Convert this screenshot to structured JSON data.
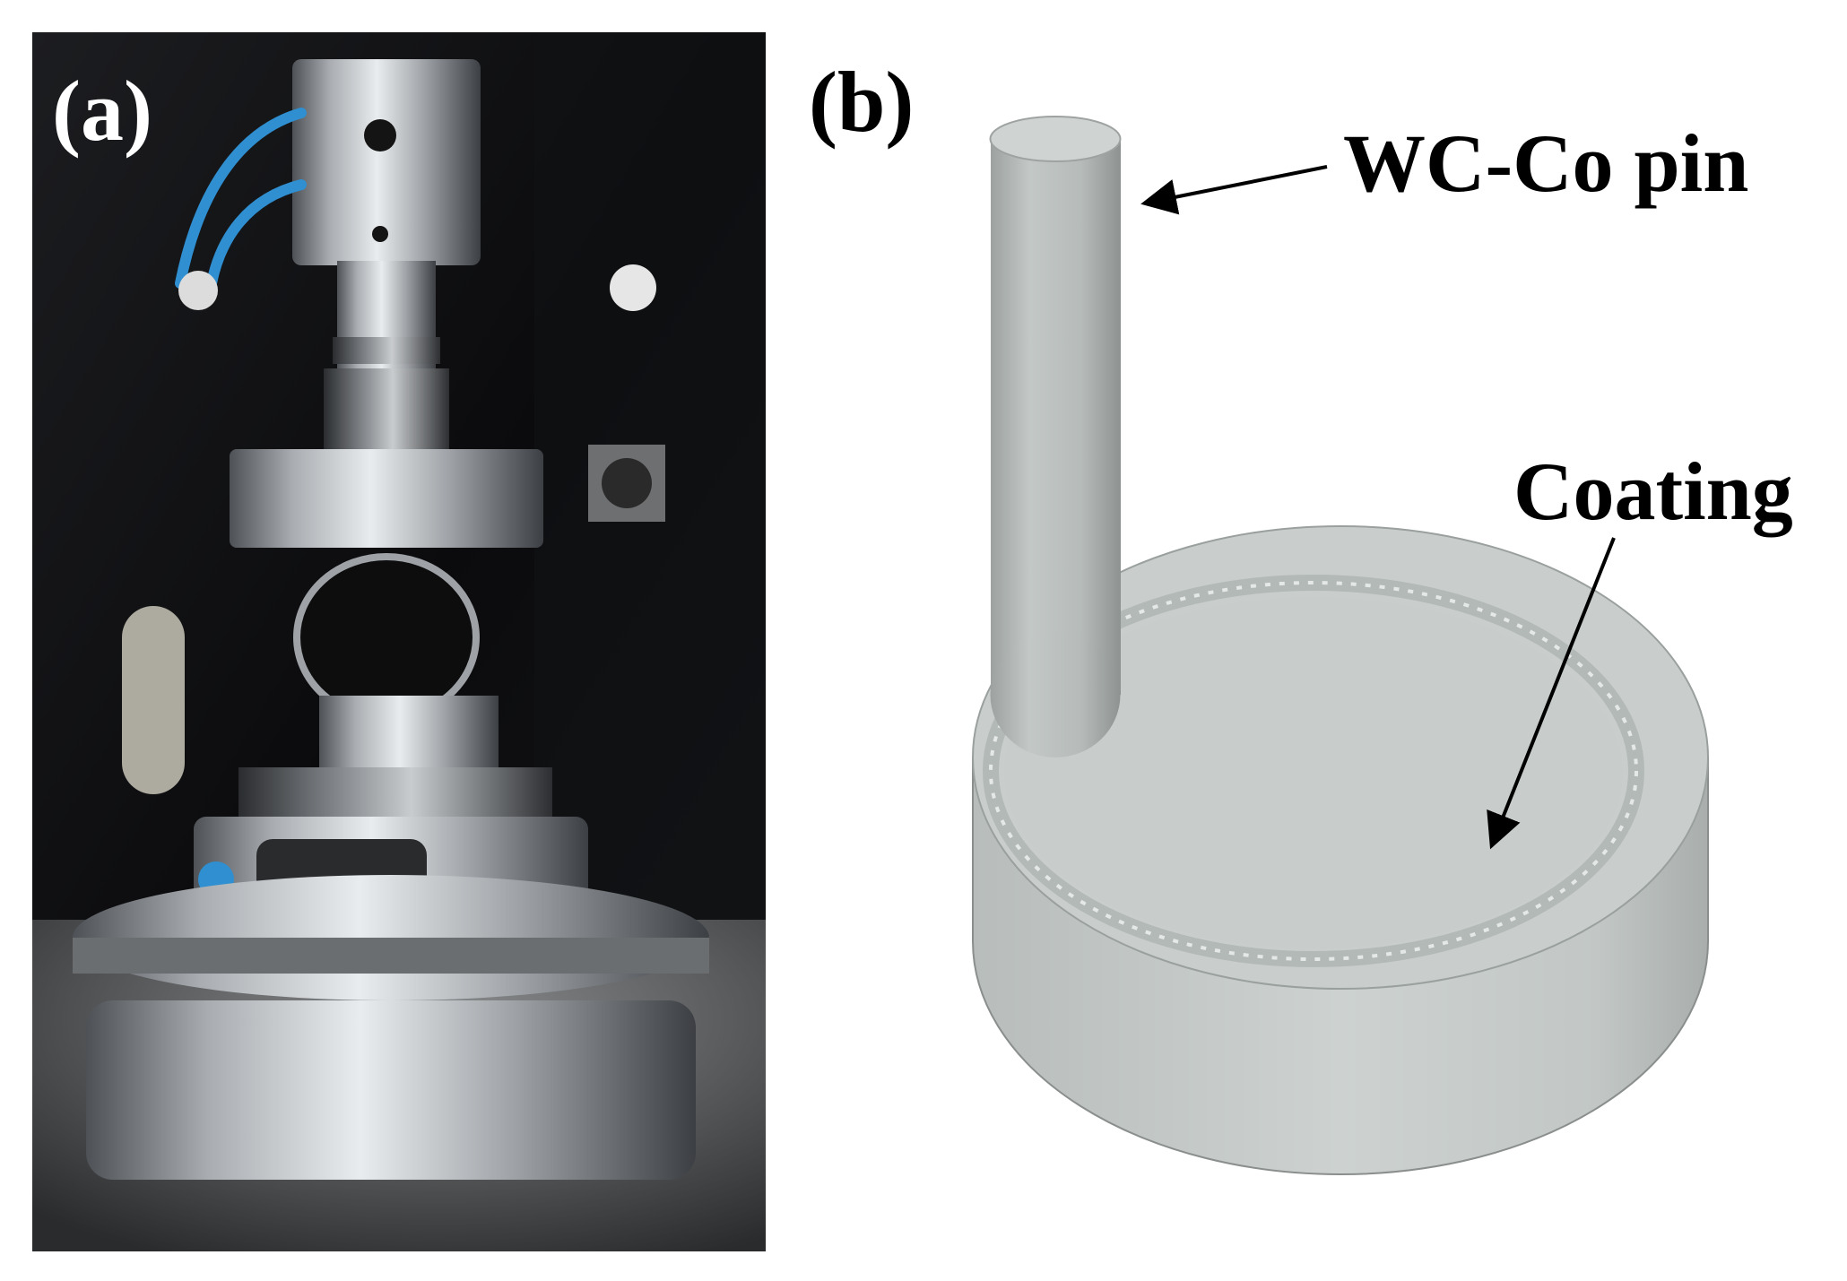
{
  "figure": {
    "panel_a": {
      "label": "(a)"
    },
    "panel_b": {
      "label": "(b)",
      "callouts": {
        "pin": "WC-Co pin",
        "coating": "Coating"
      }
    }
  },
  "colors": {
    "photo_background": "#0b0b0d",
    "steel": "#b9bcbf",
    "tube": "#2f8fd0",
    "model_gray": "#c5cac8",
    "text": "#000000"
  }
}
